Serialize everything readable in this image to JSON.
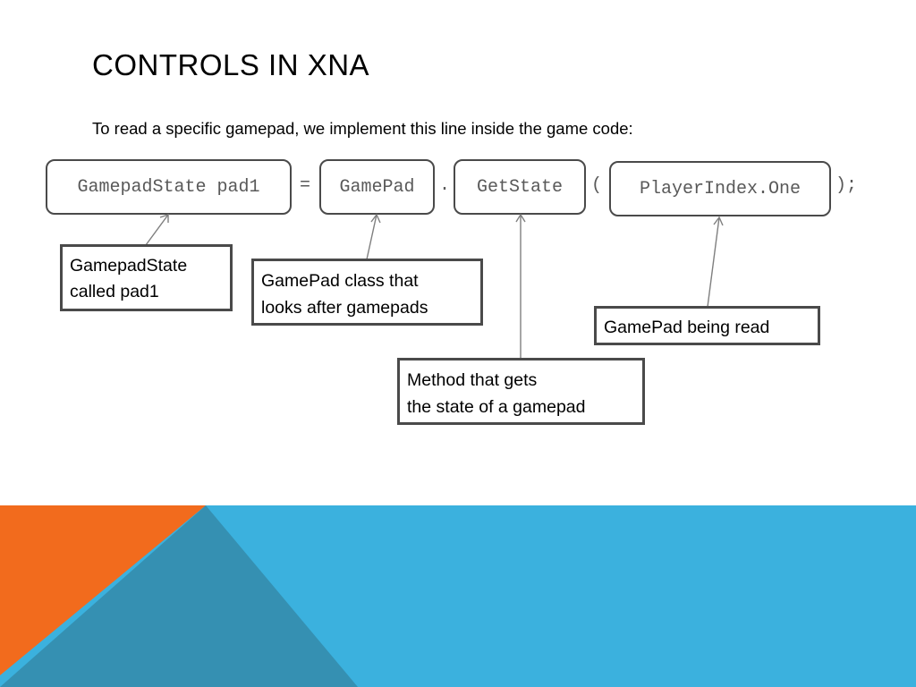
{
  "slide": {
    "title": "CONTROLS IN XNA",
    "subtitle": "To read a specific gamepad, we implement this line inside the game code:"
  },
  "code": {
    "segment_declaration": "GamepadState pad1",
    "op_equals": "=",
    "segment_class": "GamePad",
    "op_dot": ".",
    "segment_method": "GetState",
    "op_open_paren": "(",
    "segment_argument": "PlayerIndex.One",
    "op_close": ");"
  },
  "callouts": {
    "declaration": {
      "line1": "GamepadState",
      "line2": "called pad1"
    },
    "class": {
      "line1": "GamePad class that",
      "line2": "looks after gamepads"
    },
    "method": {
      "line1": "Method that gets",
      "line2": "the state of a gamepad"
    },
    "argument": {
      "line1": "GamePad being read"
    }
  },
  "colors": {
    "orange": "#f26b1d",
    "blue": "#3bb1de",
    "dark_blue": "#3590b2",
    "border": "#4a4a4a",
    "code_text": "#595959",
    "arrow": "#7f7f7f"
  }
}
